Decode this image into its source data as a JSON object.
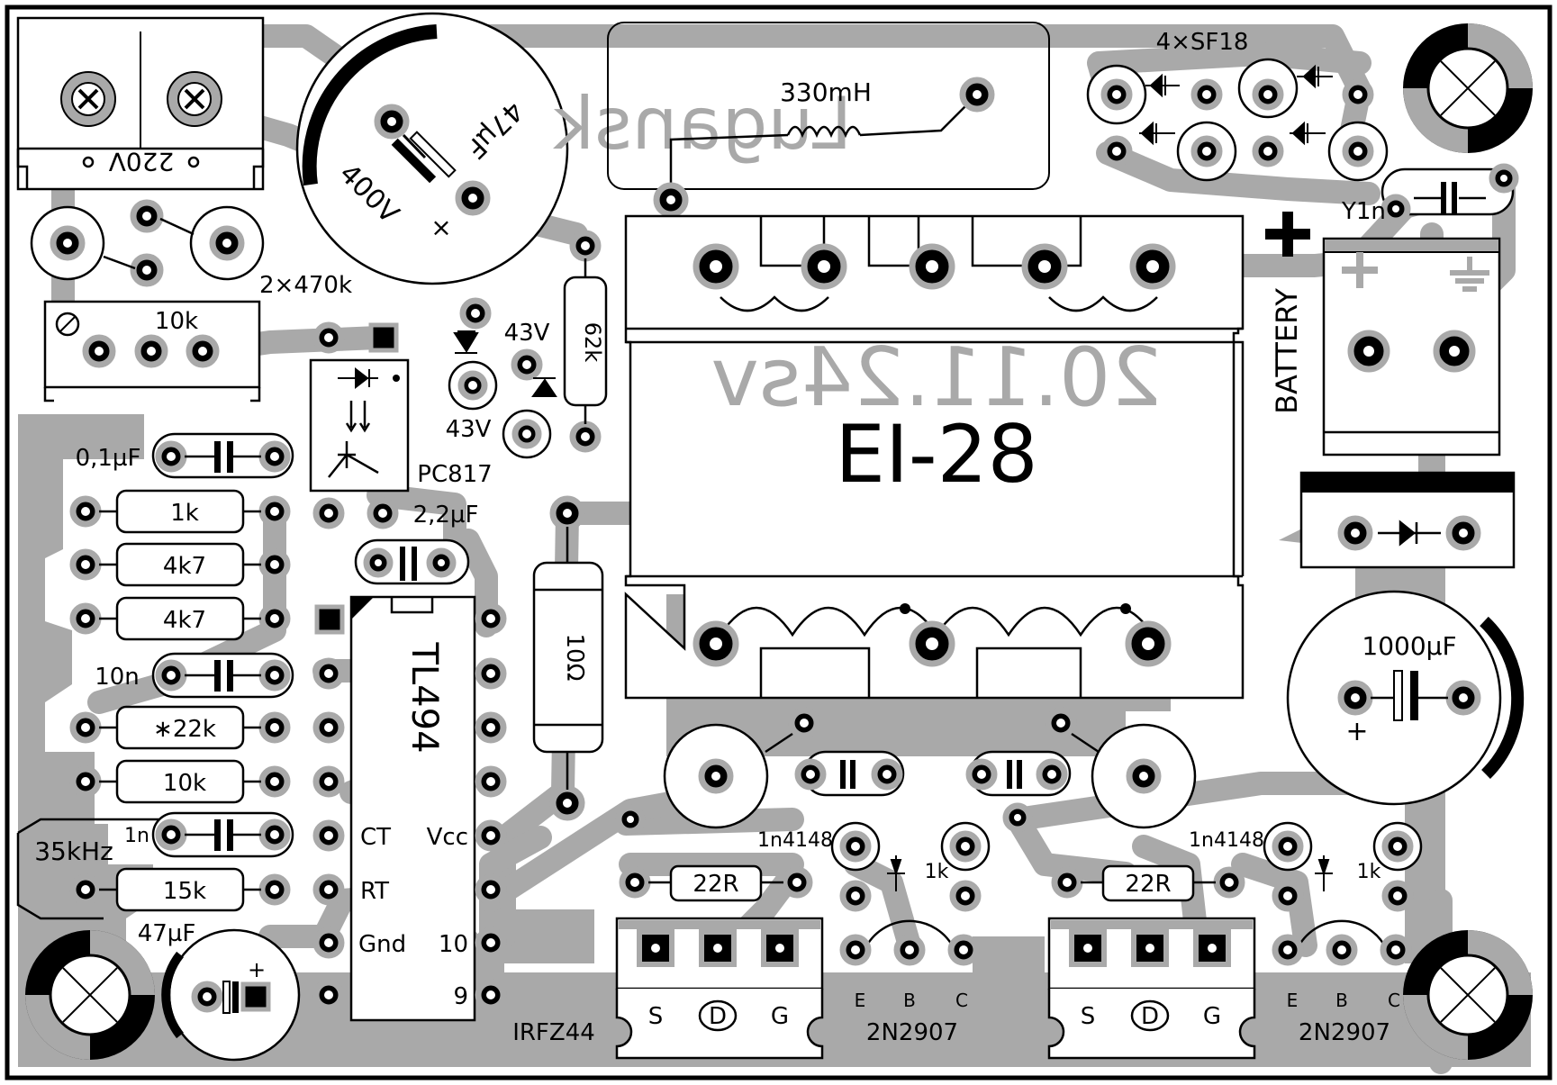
{
  "board": {
    "colors": {
      "copper": "#a9a9a9",
      "silkscreen": "#000000",
      "substrate": "#ffffff"
    }
  },
  "connector_220v": {
    "label": "220V"
  },
  "bulk_capacitor": {
    "value": "47µF",
    "voltage": "400V",
    "polarity_mark": "×"
  },
  "board_signature": {
    "text": "Lugansk"
  },
  "inductor": {
    "value": "330mH"
  },
  "diodes": {
    "label": "4×SF18"
  },
  "y_capacitor": {
    "label": "Y1n"
  },
  "battery_plus_mark": "+",
  "resistor_pair": {
    "label": "2×470k"
  },
  "trimmer": {
    "label": "10k"
  },
  "battery_connector": {
    "label": "BATTERY",
    "plus": "+",
    "ground_icon": "ground-symbol"
  },
  "zeners": {
    "top_label": "43V",
    "bottom_label": "43V"
  },
  "resistor_62k": {
    "label": "62k"
  },
  "transformer": {
    "date_code": "20.11.24sv",
    "core": "EI-28"
  },
  "optocoupler": {
    "label": "PC817"
  },
  "left_column": {
    "cap_01": "0,1µF",
    "r_1k": "1k",
    "r_4k7_a": "4k7",
    "r_4k7_b": "4k7",
    "cap_10n": "10n",
    "r_22k": "∗22k",
    "r_10k": "10k",
    "cap_1n": "1n",
    "freq": "35kHz",
    "r_15k": "15k",
    "cap_47u": "47µF",
    "cap_47u_plus": "+"
  },
  "cap_22u": {
    "label": "2,2µF"
  },
  "controller_ic": {
    "part": "TL494",
    "pins": {
      "ct": "CT",
      "rt": "RT",
      "gnd": "Gnd",
      "vcc": "Vcc",
      "p10": "10",
      "p9": "9"
    }
  },
  "resistor_10r": {
    "label": "10Ω"
  },
  "output_capacitor": {
    "value": "1000µF",
    "plus": "+"
  },
  "driver_left": {
    "diode": "1n4148",
    "resistor_1k": "1k",
    "resistor_22r": "22R",
    "mosfet_part": "IRFZ44",
    "mosfet_pins": [
      "S",
      "D",
      "G"
    ],
    "transistor_pins": [
      "E",
      "B",
      "C"
    ],
    "transistor_part": "2N2907"
  },
  "driver_right": {
    "diode": "1n4148",
    "resistor_1k": "1k",
    "resistor_22r": "22R",
    "mosfet_pins": [
      "S",
      "D",
      "G"
    ],
    "transistor_pins": [
      "E",
      "B",
      "C"
    ],
    "transistor_part": "2N2907"
  }
}
